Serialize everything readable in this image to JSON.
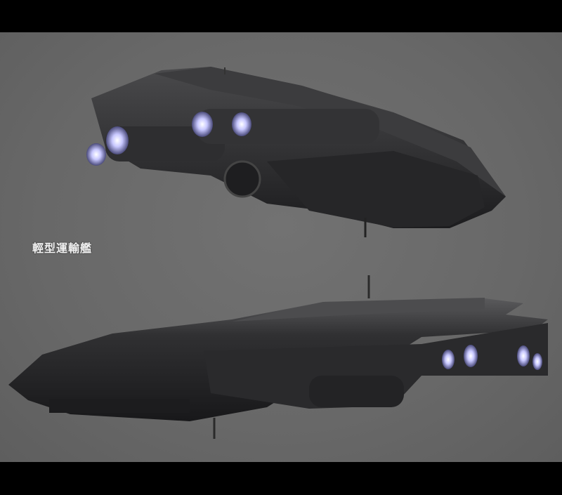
{
  "caption": "輕型運輸艦",
  "colors": {
    "background": "#6a6a6a",
    "letterbox": "#000000",
    "hull": "#2a2a2c",
    "engine_glow": "#c8c8ff"
  },
  "views": [
    "top-ship-rear-three-quarter",
    "bottom-ship-side"
  ]
}
